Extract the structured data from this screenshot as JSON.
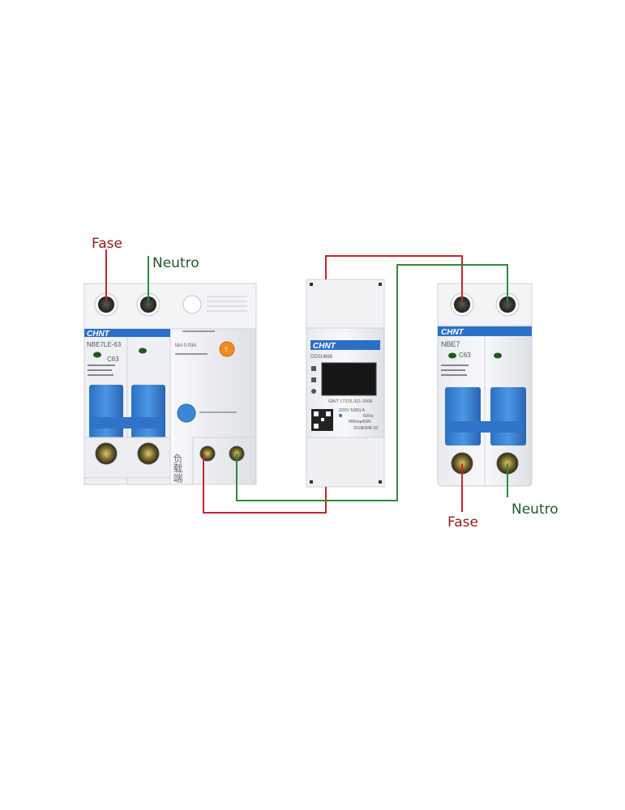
{
  "labels": {
    "left_fase": "Fase",
    "left_neutro": "Neutro",
    "right_fase": "Fase",
    "right_neutro": "Neutro"
  },
  "devices": {
    "rcbo": {
      "brand": "CHNT",
      "model": "NBE7LE-63",
      "rating": "C63",
      "leakage": "IΔn 0.03A",
      "load_mark": "负载端"
    },
    "meter": {
      "brand": "CHNT",
      "model": "DDSU666",
      "standard": "GB/T 17215.321-2008",
      "voltage": "220V 5(80) A",
      "freq": "50Hz",
      "constant": "800imp/kWh",
      "cert": "2018E848-33"
    },
    "breaker": {
      "brand": "CHNT",
      "model": "NBE7",
      "rating": "C63"
    }
  },
  "colors": {
    "phase_wire": "#c0272d",
    "neutral_wire": "#2e8b3a",
    "phase_label": "#8f1d1d",
    "neutral_label": "#1f5a28",
    "handle_blue": "#3d86d6",
    "brand_blue": "#2b6fc8"
  }
}
